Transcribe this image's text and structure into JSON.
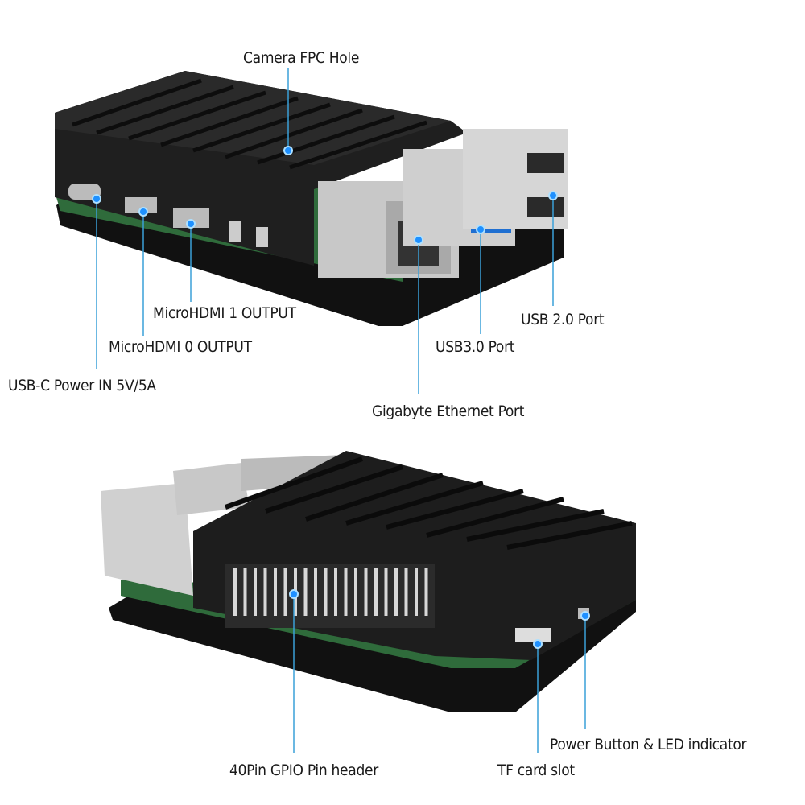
{
  "colors": {
    "leader": "#3aa0d8",
    "dot": "#1e90ff",
    "case": "#1c1c1c",
    "pcb": "#2e6b3a",
    "metal": "#c9c9c9",
    "usb3": "#1f6fd1"
  },
  "top_view": {
    "labels": {
      "camera": "Camera FPC Hole",
      "usbc": "USB-C Power IN 5V/5A",
      "hdmi0": "MicroHDMI 0 OUTPUT",
      "hdmi1": "MicroHDMI 1 OUTPUT",
      "ethernet": "Gigabyte Ethernet Port",
      "usb3": "USB3.0 Port",
      "usb2": "USB 2.0 Port"
    }
  },
  "bottom_view": {
    "labels": {
      "gpio": "40Pin GPIO Pin header",
      "tf": "TF card slot",
      "power": "Power Button & LED indicator"
    }
  }
}
